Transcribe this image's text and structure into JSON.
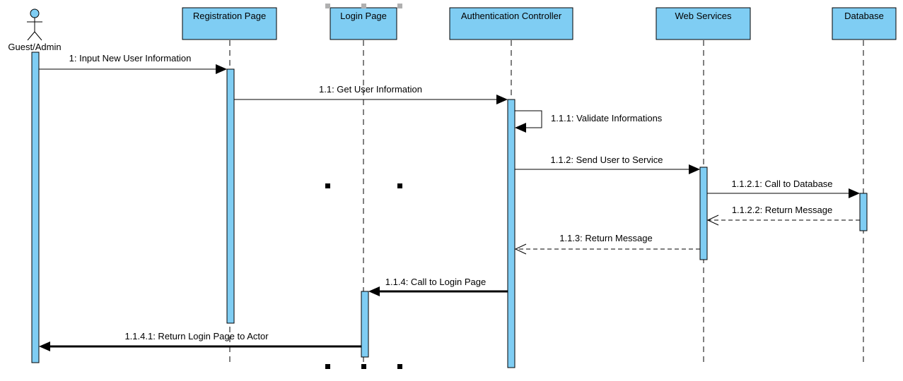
{
  "actor": {
    "label": "Guest/Admin"
  },
  "participants": [
    {
      "id": "registration",
      "label": "Registration Page"
    },
    {
      "id": "login",
      "label": "Login Page"
    },
    {
      "id": "auth",
      "label": "Authentication Controller"
    },
    {
      "id": "web",
      "label": "Web Services"
    },
    {
      "id": "db",
      "label": "Database"
    }
  ],
  "messages": [
    {
      "id": "m1",
      "label": "1: Input New User Information",
      "from": "actor",
      "to": "registration",
      "kind": "sync"
    },
    {
      "id": "m2",
      "label": "1.1: Get User Information",
      "from": "registration",
      "to": "auth",
      "kind": "sync"
    },
    {
      "id": "m3",
      "label": "1.1.1: Validate Informations",
      "from": "auth",
      "to": "auth",
      "kind": "self"
    },
    {
      "id": "m4",
      "label": "1.1.2: Send User to Service",
      "from": "auth",
      "to": "web",
      "kind": "sync"
    },
    {
      "id": "m5",
      "label": "1.1.2.1: Call to Database",
      "from": "web",
      "to": "db",
      "kind": "sync"
    },
    {
      "id": "m6",
      "label": "1.1.2.2: Return Message",
      "from": "db",
      "to": "web",
      "kind": "return"
    },
    {
      "id": "m7",
      "label": "1.1.3: Return Message",
      "from": "web",
      "to": "auth",
      "kind": "return"
    },
    {
      "id": "m8",
      "label": "1.1.4: Call to Login Page",
      "from": "auth",
      "to": "login",
      "kind": "sync-bold"
    },
    {
      "id": "m9",
      "label": "1.1.4.1: Return Login Page to Actor",
      "from": "login",
      "to": "actor",
      "kind": "sync-bold"
    }
  ],
  "colors": {
    "fill": "#7fcdf3",
    "stroke": "#000000",
    "selection_handle": "#000000"
  }
}
